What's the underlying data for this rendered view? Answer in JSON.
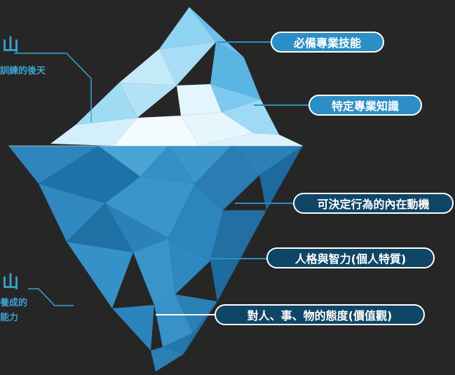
{
  "left_labels": {
    "top_title": "山",
    "top_sub": "訓練的後天",
    "bottom_title": "山",
    "bottom_sub_1": "養成的",
    "bottom_sub_2": "能力"
  },
  "labels": [
    "必備專業技能",
    "特定專業知識",
    "可決定行為的內在動機",
    "人格與智力(個人特質)",
    "對人、事、物的態度(價值觀)"
  ],
  "colors": {
    "background": "#262626",
    "accent_blue": "#3da3d4",
    "pill_light": "#2c8ec6",
    "pill_dark": "#0f4666",
    "ice_light": "#d6f0fb",
    "ice_deep": "#1f6a98"
  }
}
